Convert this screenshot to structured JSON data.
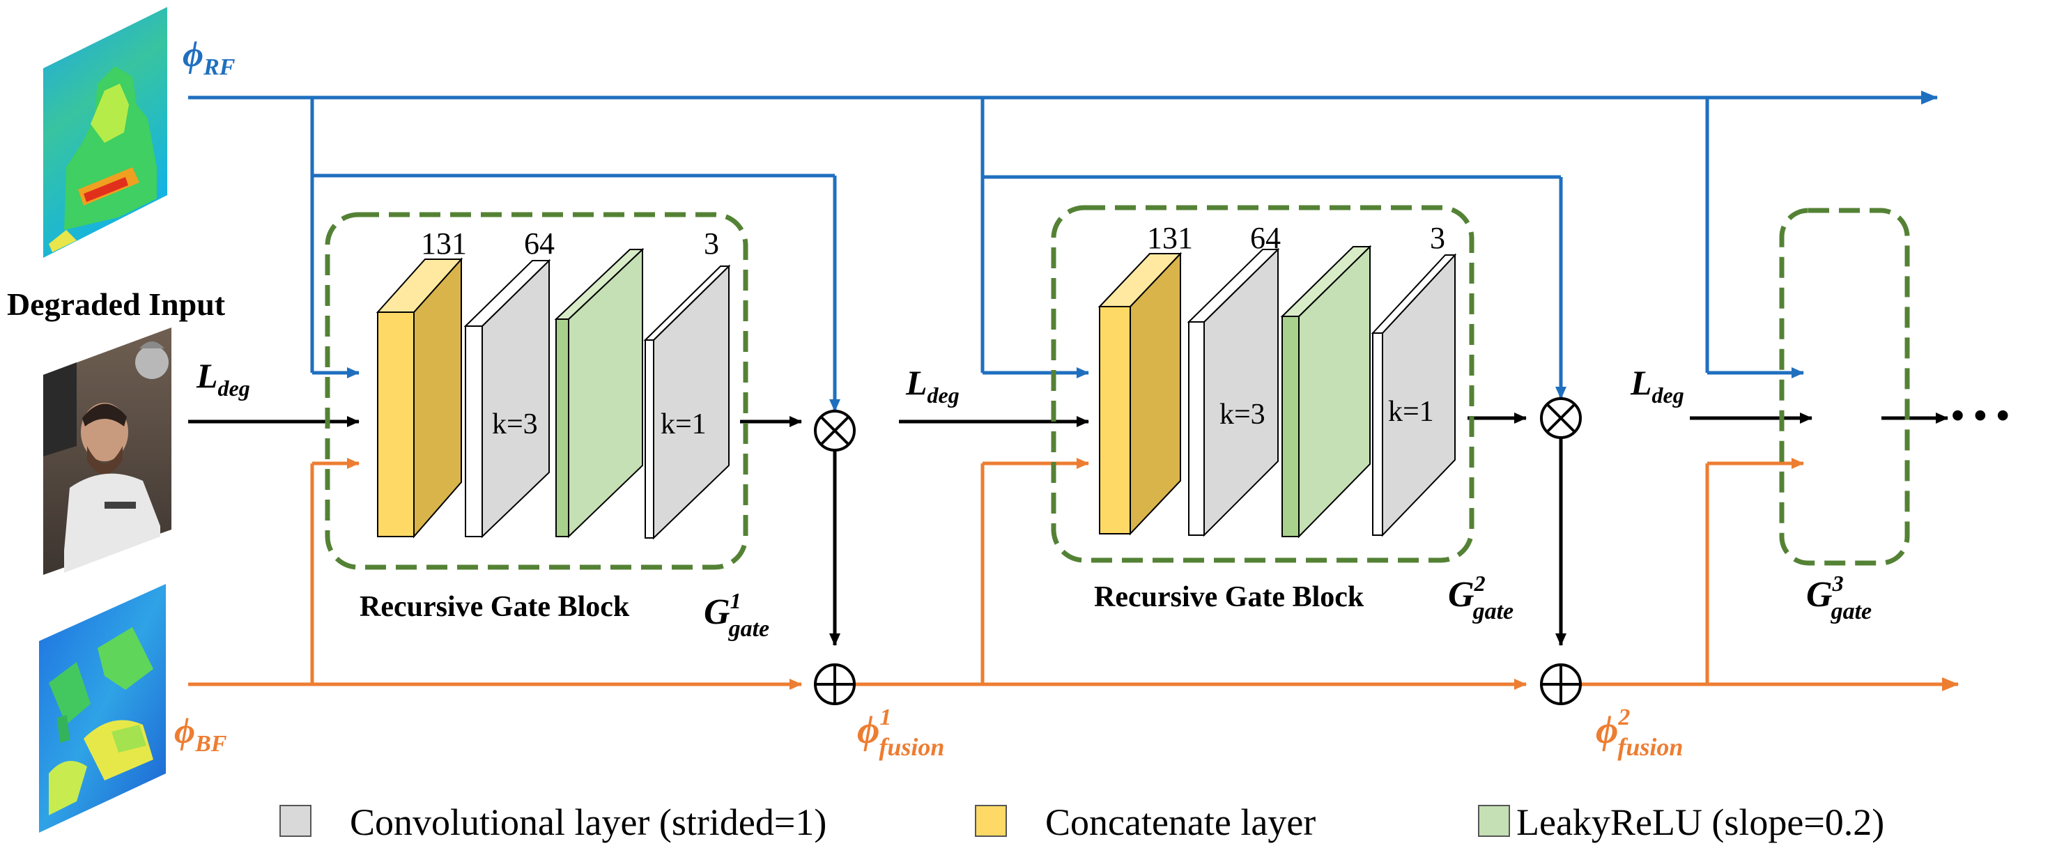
{
  "colors": {
    "blue": "#1f6fbf",
    "orange": "#ed7d31",
    "black": "#000000",
    "gate_border": "#548235",
    "concat": "#ffd966",
    "concat_side": "#d9b44a",
    "conv": "#d9d9d9",
    "conv_side": "#bfbfbf",
    "leaky": "#c5e0b4",
    "leaky_side": "#a9d18e"
  },
  "icons": {
    "rf_map": "thermal-heatmap-rf",
    "input": "degraded-person-photo",
    "bf_map": "thermal-heatmap-bf"
  },
  "labels": {
    "phi_rf": {
      "base": "ϕ",
      "sub": "RF"
    },
    "phi_bf": {
      "base": "ϕ",
      "sub": "BF"
    },
    "degraded_input": "Degraded Input",
    "l_deg": {
      "base": "L",
      "sub": "deg"
    },
    "block_name": "Recursive Gate Block",
    "gate_base": "G",
    "gate_sub": "gate",
    "gates": [
      "1",
      "2",
      "3"
    ],
    "fusion_base": "ϕ",
    "fusion_sub": "fusion",
    "fusions": [
      "1",
      "2"
    ],
    "channels": [
      "131",
      "64",
      "3"
    ],
    "kernels": [
      "k=3",
      "k=1"
    ],
    "ellipsis": "• • •"
  },
  "legend": [
    {
      "swatch": "conv",
      "label": "Convolutional layer (strided=1)"
    },
    {
      "swatch": "concat",
      "label": "Concatenate layer"
    },
    {
      "swatch": "leaky",
      "label": "LeakyReLU (slope=0.2)"
    }
  ]
}
